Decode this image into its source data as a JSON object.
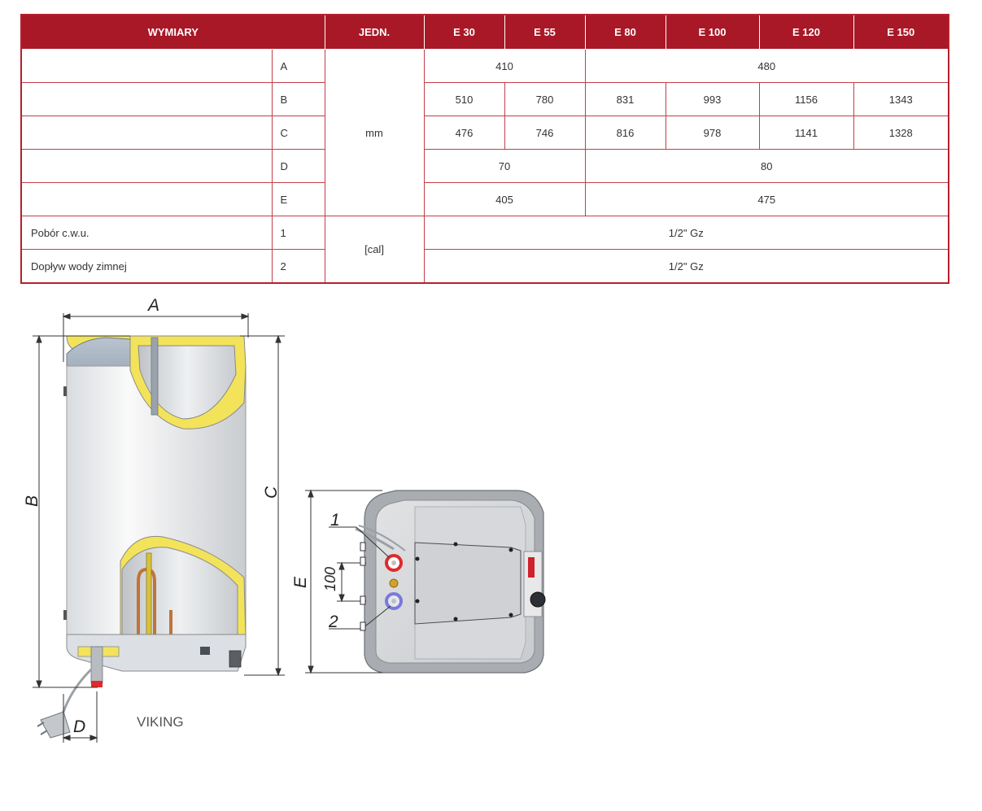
{
  "table": {
    "headers": [
      "WYMIARY",
      "JEDN.",
      "E 30",
      "E 55",
      "E 80",
      "E 100",
      "E 120",
      "E 150"
    ],
    "rows": [
      {
        "label": "",
        "symbol": "A"
      },
      {
        "label": "",
        "symbol": "B"
      },
      {
        "label": "",
        "symbol": "C"
      },
      {
        "label": "",
        "symbol": "D"
      },
      {
        "label": "",
        "symbol": "E"
      },
      {
        "label": "Pobór c.w.u.",
        "symbol": "1"
      },
      {
        "label": "Dopływ wody zimnej",
        "symbol": "2"
      }
    ],
    "units": {
      "mm": "mm",
      "cal": "[cal]"
    },
    "values": {
      "A": {
        "small": "410",
        "large": "480"
      },
      "B": [
        "510",
        "780",
        "831",
        "993",
        "1156",
        "1343"
      ],
      "C": [
        "476",
        "746",
        "816",
        "978",
        "1141",
        "1328"
      ],
      "D": {
        "small": "70",
        "large": "80"
      },
      "E": {
        "small": "405",
        "large": "475"
      },
      "1": "1/2\" Gz",
      "2": "1/2\" Gz"
    }
  },
  "drawing": {
    "labels": {
      "A": "A",
      "B": "B",
      "C": "C",
      "D": "D",
      "E": "E",
      "p1": "1",
      "p2": "2",
      "spacing": "100"
    },
    "model": "VIKING"
  },
  "colors": {
    "header": "#a81826",
    "border": "#b5202e",
    "insulation": "#f2e35a",
    "tank": "#d7d9dc",
    "hot_pipe": "#e02a2a",
    "cold_pipe": "#7a7ad8"
  }
}
